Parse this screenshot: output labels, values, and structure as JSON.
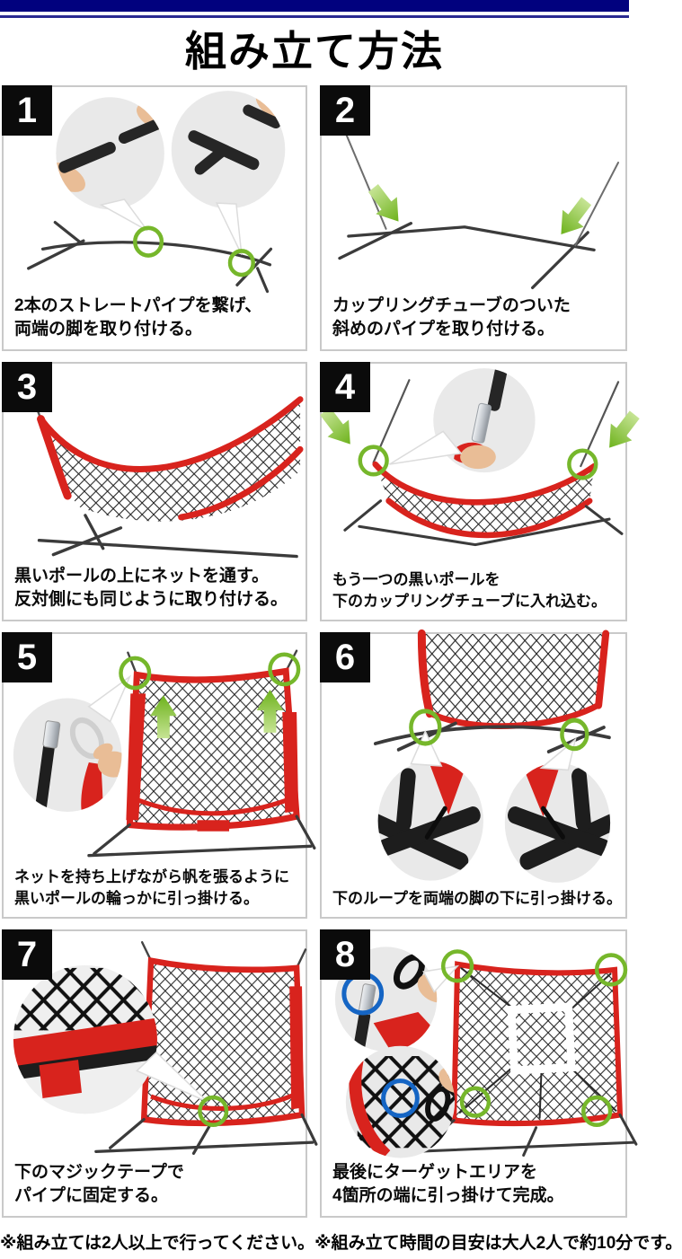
{
  "page": {
    "title": "組み立て方法",
    "footnote": "※組み立ては2人以上で行ってください。※組み立て時間の目安は大人2人で約10分です。"
  },
  "steps": [
    {
      "number": "1",
      "caption_line1": "2本のストレートパイプを繋げ、",
      "caption_line2": "両端の脚を取り付ける。"
    },
    {
      "number": "2",
      "caption_line1": "カップリングチューブのついた",
      "caption_line2": "斜めのパイプを取り付ける。"
    },
    {
      "number": "3",
      "caption_line1": "黒いポールの上にネットを通す。",
      "caption_line2": "反対側にも同じように取り付ける。"
    },
    {
      "number": "4",
      "caption_line1": "もう一つの黒いポールを",
      "caption_line2": "下のカップリングチューブに入れ込む。"
    },
    {
      "number": "5",
      "caption_line1": "ネットを持ち上げながら帆を張るように",
      "caption_line2": "黒いポールの輪っかに引っ掛ける。"
    },
    {
      "number": "6",
      "caption_line1": "下のループを両端の脚の下に引っ掛ける。",
      "caption_line2": ""
    },
    {
      "number": "7",
      "caption_line1": "下のマジックテープで",
      "caption_line2": "パイプに固定する。"
    },
    {
      "number": "8",
      "caption_line1": "最後にターゲットエリアを",
      "caption_line2": "4箇所の端に引っ掛けて完成。"
    }
  ],
  "colors": {
    "header_navy": "#01017e",
    "panel_border": "#c9c9c9",
    "badge_black": "#0b0b0b",
    "net_red": "#d8231d",
    "highlight_green": "#76b72b",
    "highlight_blue": "#1565c4"
  }
}
